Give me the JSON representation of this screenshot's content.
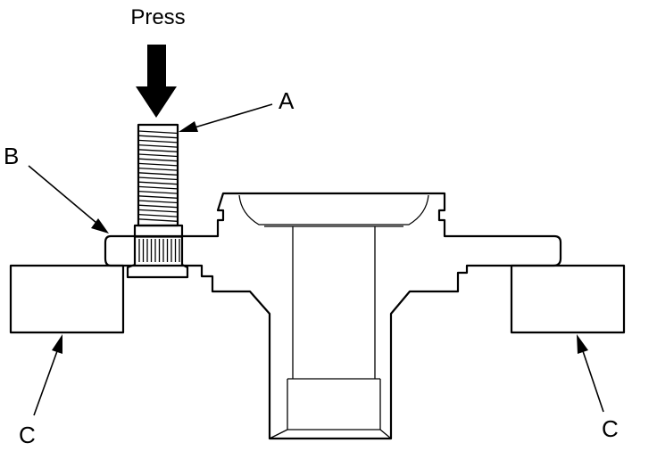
{
  "labels": {
    "press": "Press",
    "a": "A",
    "b": "B",
    "c_left": "C",
    "c_right": "C"
  },
  "colors": {
    "stroke": "#000000",
    "background": "#ffffff"
  }
}
